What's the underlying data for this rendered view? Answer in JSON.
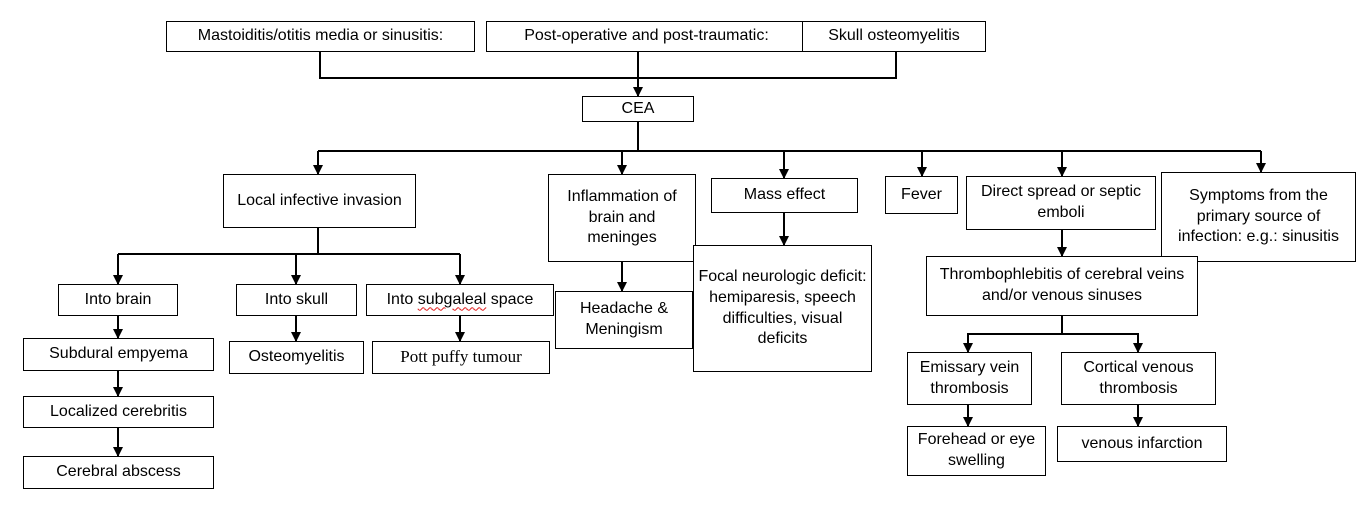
{
  "diagram": {
    "sources": [
      "Mastoiditis/otitis media or sinusitis:",
      "Post-operative and post-traumatic:",
      "Skull osteomyelitis"
    ],
    "center": "CEA",
    "local_invasion": "Local infective invasion",
    "into_brain": "Into brain",
    "into_skull": "Into skull",
    "into_subgaleal_prefix": "Into ",
    "into_subgaleal_word": "subgaleal",
    "into_subgaleal_suffix": " space",
    "subdural_empyema": "Subdural empyema",
    "localized_cerebritis": "Localized cerebritis",
    "cerebral_abscess": "Cerebral abscess",
    "osteomyelitis": "Osteomyelitis",
    "pott_puffy_tumour": "Pott puffy tumour",
    "inflammation": "Inflammation of brain and meninges",
    "headache": "Headache & Meningism",
    "mass_effect": "Mass effect",
    "focal_deficit": "Focal neurologic deficit: hemiparesis, speech difficulties, visual deficits",
    "fever": "Fever",
    "direct_spread": "Direct spread or septic emboli",
    "symptoms_primary": "Symptoms from the primary source of infection: e.g.: sinusitis",
    "thrombophlebitis": "Thrombophlebitis of cerebral veins and/or venous sinuses",
    "emissary": "Emissary vein thrombosis",
    "cortical": "Cortical venous thrombosis",
    "forehead": "Forehead or eye swelling",
    "venous_infarction": "venous infarction"
  }
}
